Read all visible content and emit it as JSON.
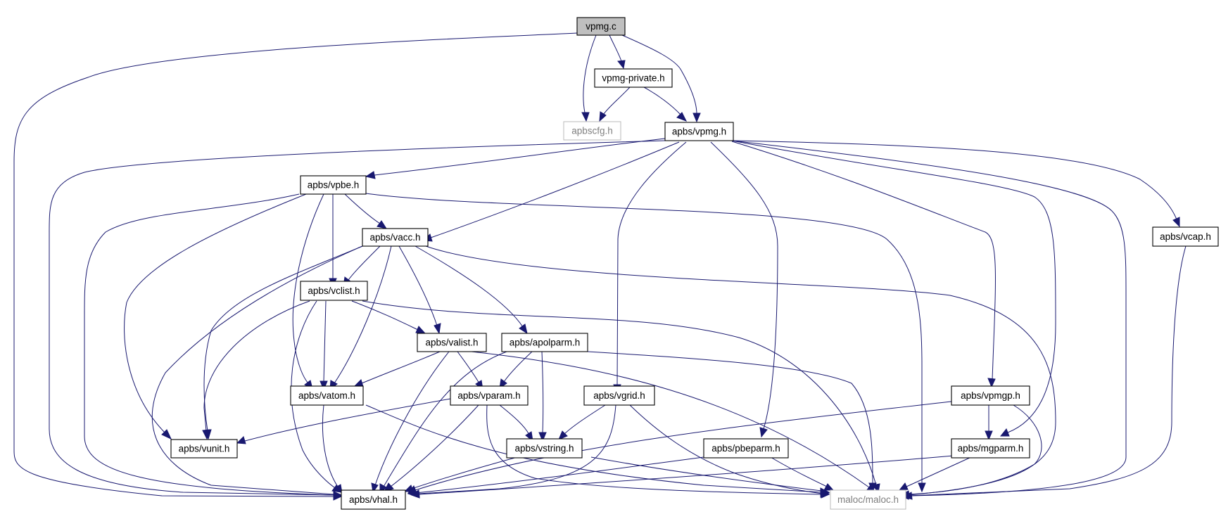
{
  "graph": {
    "nodes": [
      {
        "id": "vpmg_c",
        "label": "vpmg.c",
        "root": true
      },
      {
        "id": "vpmg_private",
        "label": "vpmg-private.h"
      },
      {
        "id": "apbscfg",
        "label": "apbscfg.h",
        "missing": true
      },
      {
        "id": "vpmg_h",
        "label": "apbs/vpmg.h"
      },
      {
        "id": "vpbe",
        "label": "apbs/vpbe.h"
      },
      {
        "id": "vacc",
        "label": "apbs/vacc.h"
      },
      {
        "id": "vcap",
        "label": "apbs/vcap.h"
      },
      {
        "id": "vclist",
        "label": "apbs/vclist.h"
      },
      {
        "id": "valist",
        "label": "apbs/valist.h"
      },
      {
        "id": "apolparm",
        "label": "apbs/apolparm.h"
      },
      {
        "id": "vatom",
        "label": "apbs/vatom.h"
      },
      {
        "id": "vparam",
        "label": "apbs/vparam.h"
      },
      {
        "id": "vgrid",
        "label": "apbs/vgrid.h"
      },
      {
        "id": "vpmgp",
        "label": "apbs/vpmgp.h"
      },
      {
        "id": "vunit",
        "label": "apbs/vunit.h"
      },
      {
        "id": "vstring",
        "label": "apbs/vstring.h"
      },
      {
        "id": "pbeparm",
        "label": "apbs/pbeparm.h"
      },
      {
        "id": "mgparm",
        "label": "apbs/mgparm.h"
      },
      {
        "id": "vhal",
        "label": "apbs/vhal.h"
      },
      {
        "id": "maloc",
        "label": "maloc/maloc.h",
        "missing": true
      }
    ],
    "edge_color": "#191970"
  }
}
